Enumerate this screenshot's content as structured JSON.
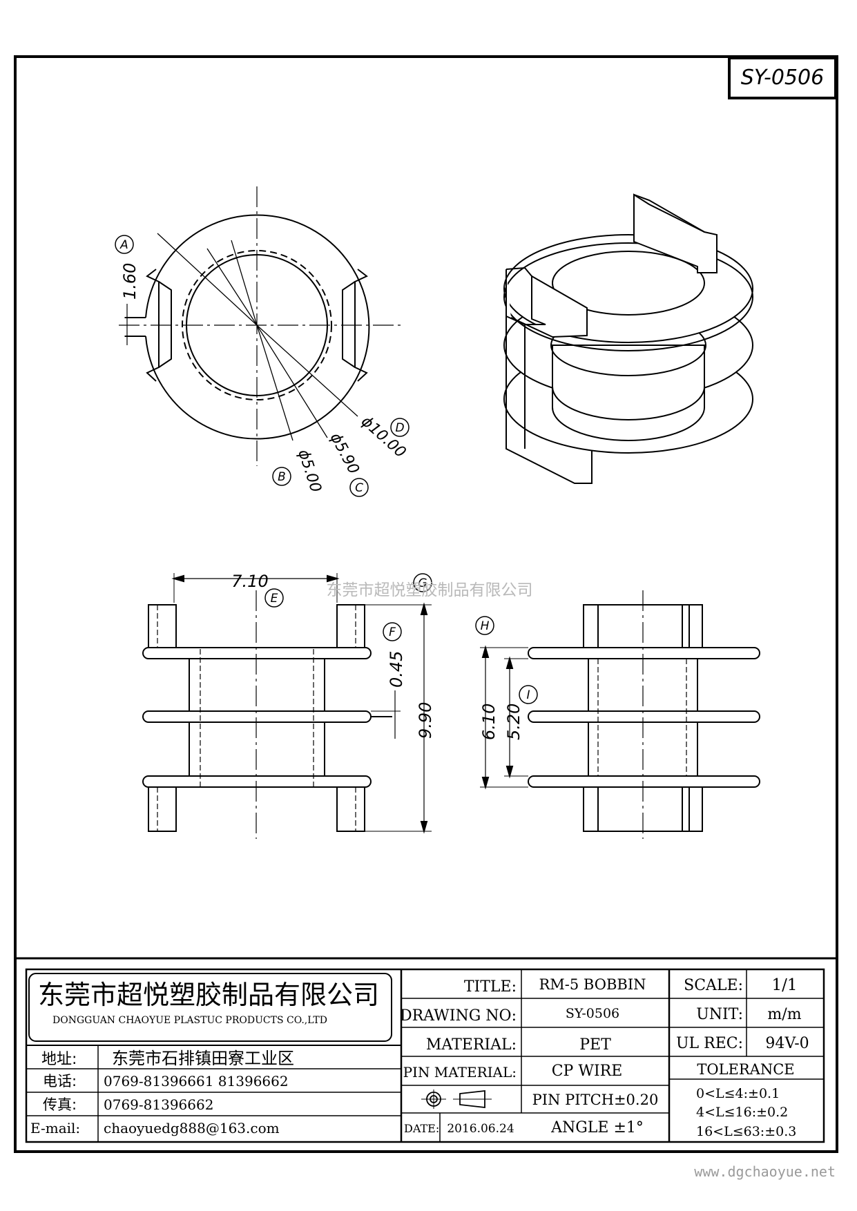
{
  "drawing_code": "SY-0506",
  "watermark": "东莞市超悦塑胶制品有限公司",
  "website": "www.dgchaoyue.net",
  "dimensions": {
    "a": {
      "letter": "A",
      "value": "1.60"
    },
    "b": {
      "letter": "B",
      "value": "ϕ5.00"
    },
    "c": {
      "letter": "C",
      "value": "ϕ5.90"
    },
    "d": {
      "letter": "D",
      "value": "ϕ10.00"
    },
    "e": {
      "letter": "E",
      "value": "7.10"
    },
    "f": {
      "letter": "F",
      "value": "0.45"
    },
    "g": {
      "letter": "G",
      "value": "9.90"
    },
    "h": {
      "letter": "H",
      "value": "6.10"
    },
    "i": {
      "letter": "I",
      "value": "5.20"
    }
  },
  "company": {
    "name_cn": "东莞市超悦塑胶制品有限公司",
    "name_en": "DONGGUAN CHAOYUE PLASTUC PRODUCTS CO.,LTD",
    "address_label": "地址:",
    "address": "东莞市石排镇田寮工业区",
    "phone_label": "电话:",
    "phone": "0769-81396661  81396662",
    "fax_label": "传真:",
    "fax": "0769-81396662",
    "email_label": "E-mail:",
    "email": "chaoyuedg888@163.com"
  },
  "title_block": {
    "title_label": "TITLE:",
    "title": "RM-5 BOBBIN",
    "drawing_no_label": "DRAWING NO:",
    "drawing_no": "SY-0506",
    "material_label": "MATERIAL:",
    "material": "PET",
    "pin_material_label": "PIN MATERIAL:",
    "pin_material": "CP WIRE",
    "pin_pitch": "PIN PITCH±0.20",
    "date_label": "DATE:",
    "date": "2016.06.24",
    "angle": "ANGLE  ±1°",
    "scale_label": "SCALE:",
    "scale": "1/1",
    "unit_label": "UNIT:",
    "unit": "m/m",
    "ul_rec_label": "UL REC:",
    "ul_rec": "94V-0",
    "tolerance_label": "TOLERANCE",
    "tolerances": [
      "0<L≤4:±0.1",
      "4<L≤16:±0.2",
      "16<L≤63:±0.3"
    ]
  }
}
